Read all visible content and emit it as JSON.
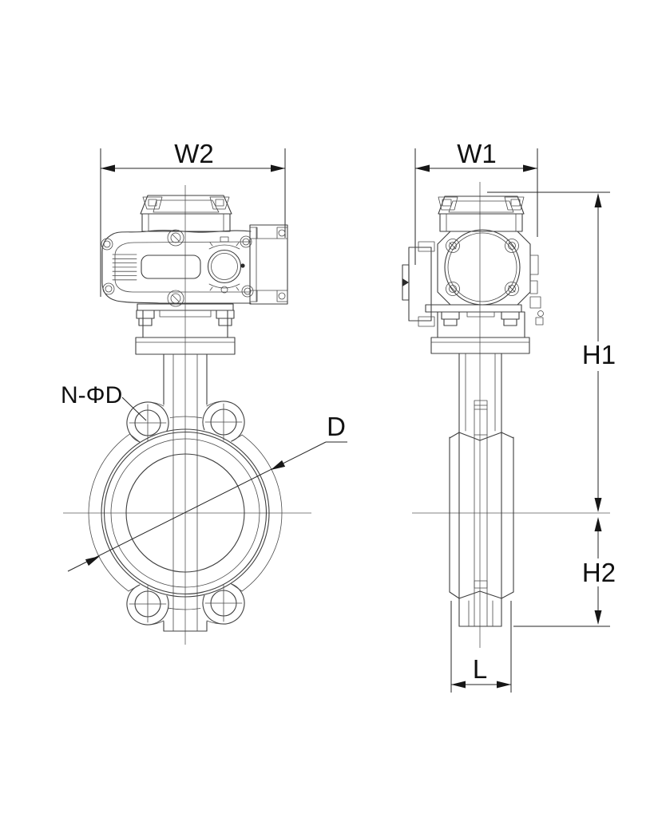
{
  "drawing": {
    "labels": {
      "w2": "W2",
      "w1": "W1",
      "h1": "H1",
      "h2": "H2",
      "l": "L",
      "d": "D",
      "n_phi_d": "N-ΦD"
    },
    "colors": {
      "line": "#3f3f3f",
      "dimension": "#262626",
      "text": "#111111",
      "background": "#ffffff"
    }
  }
}
